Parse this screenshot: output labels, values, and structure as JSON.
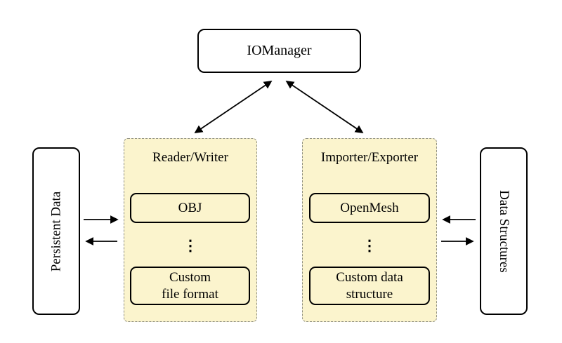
{
  "nodes": {
    "io_manager": "IOManager",
    "persistent_data": "Persistent Data",
    "data_structures": "Data Structures",
    "reader_writer": {
      "label": "Reader/Writer",
      "item_top": "OBJ",
      "dots": "⋮",
      "item_bottom": "Custom\nfile format"
    },
    "importer_exporter": {
      "label": "Importer/Exporter",
      "item_top": "OpenMesh",
      "dots": "⋮",
      "item_bottom": "Custom data\nstructure"
    }
  },
  "colors": {
    "group_fill": "#fbf4cd",
    "group_border": "#8f8f82",
    "node_fill": "#ffffff",
    "line": "#000000"
  }
}
